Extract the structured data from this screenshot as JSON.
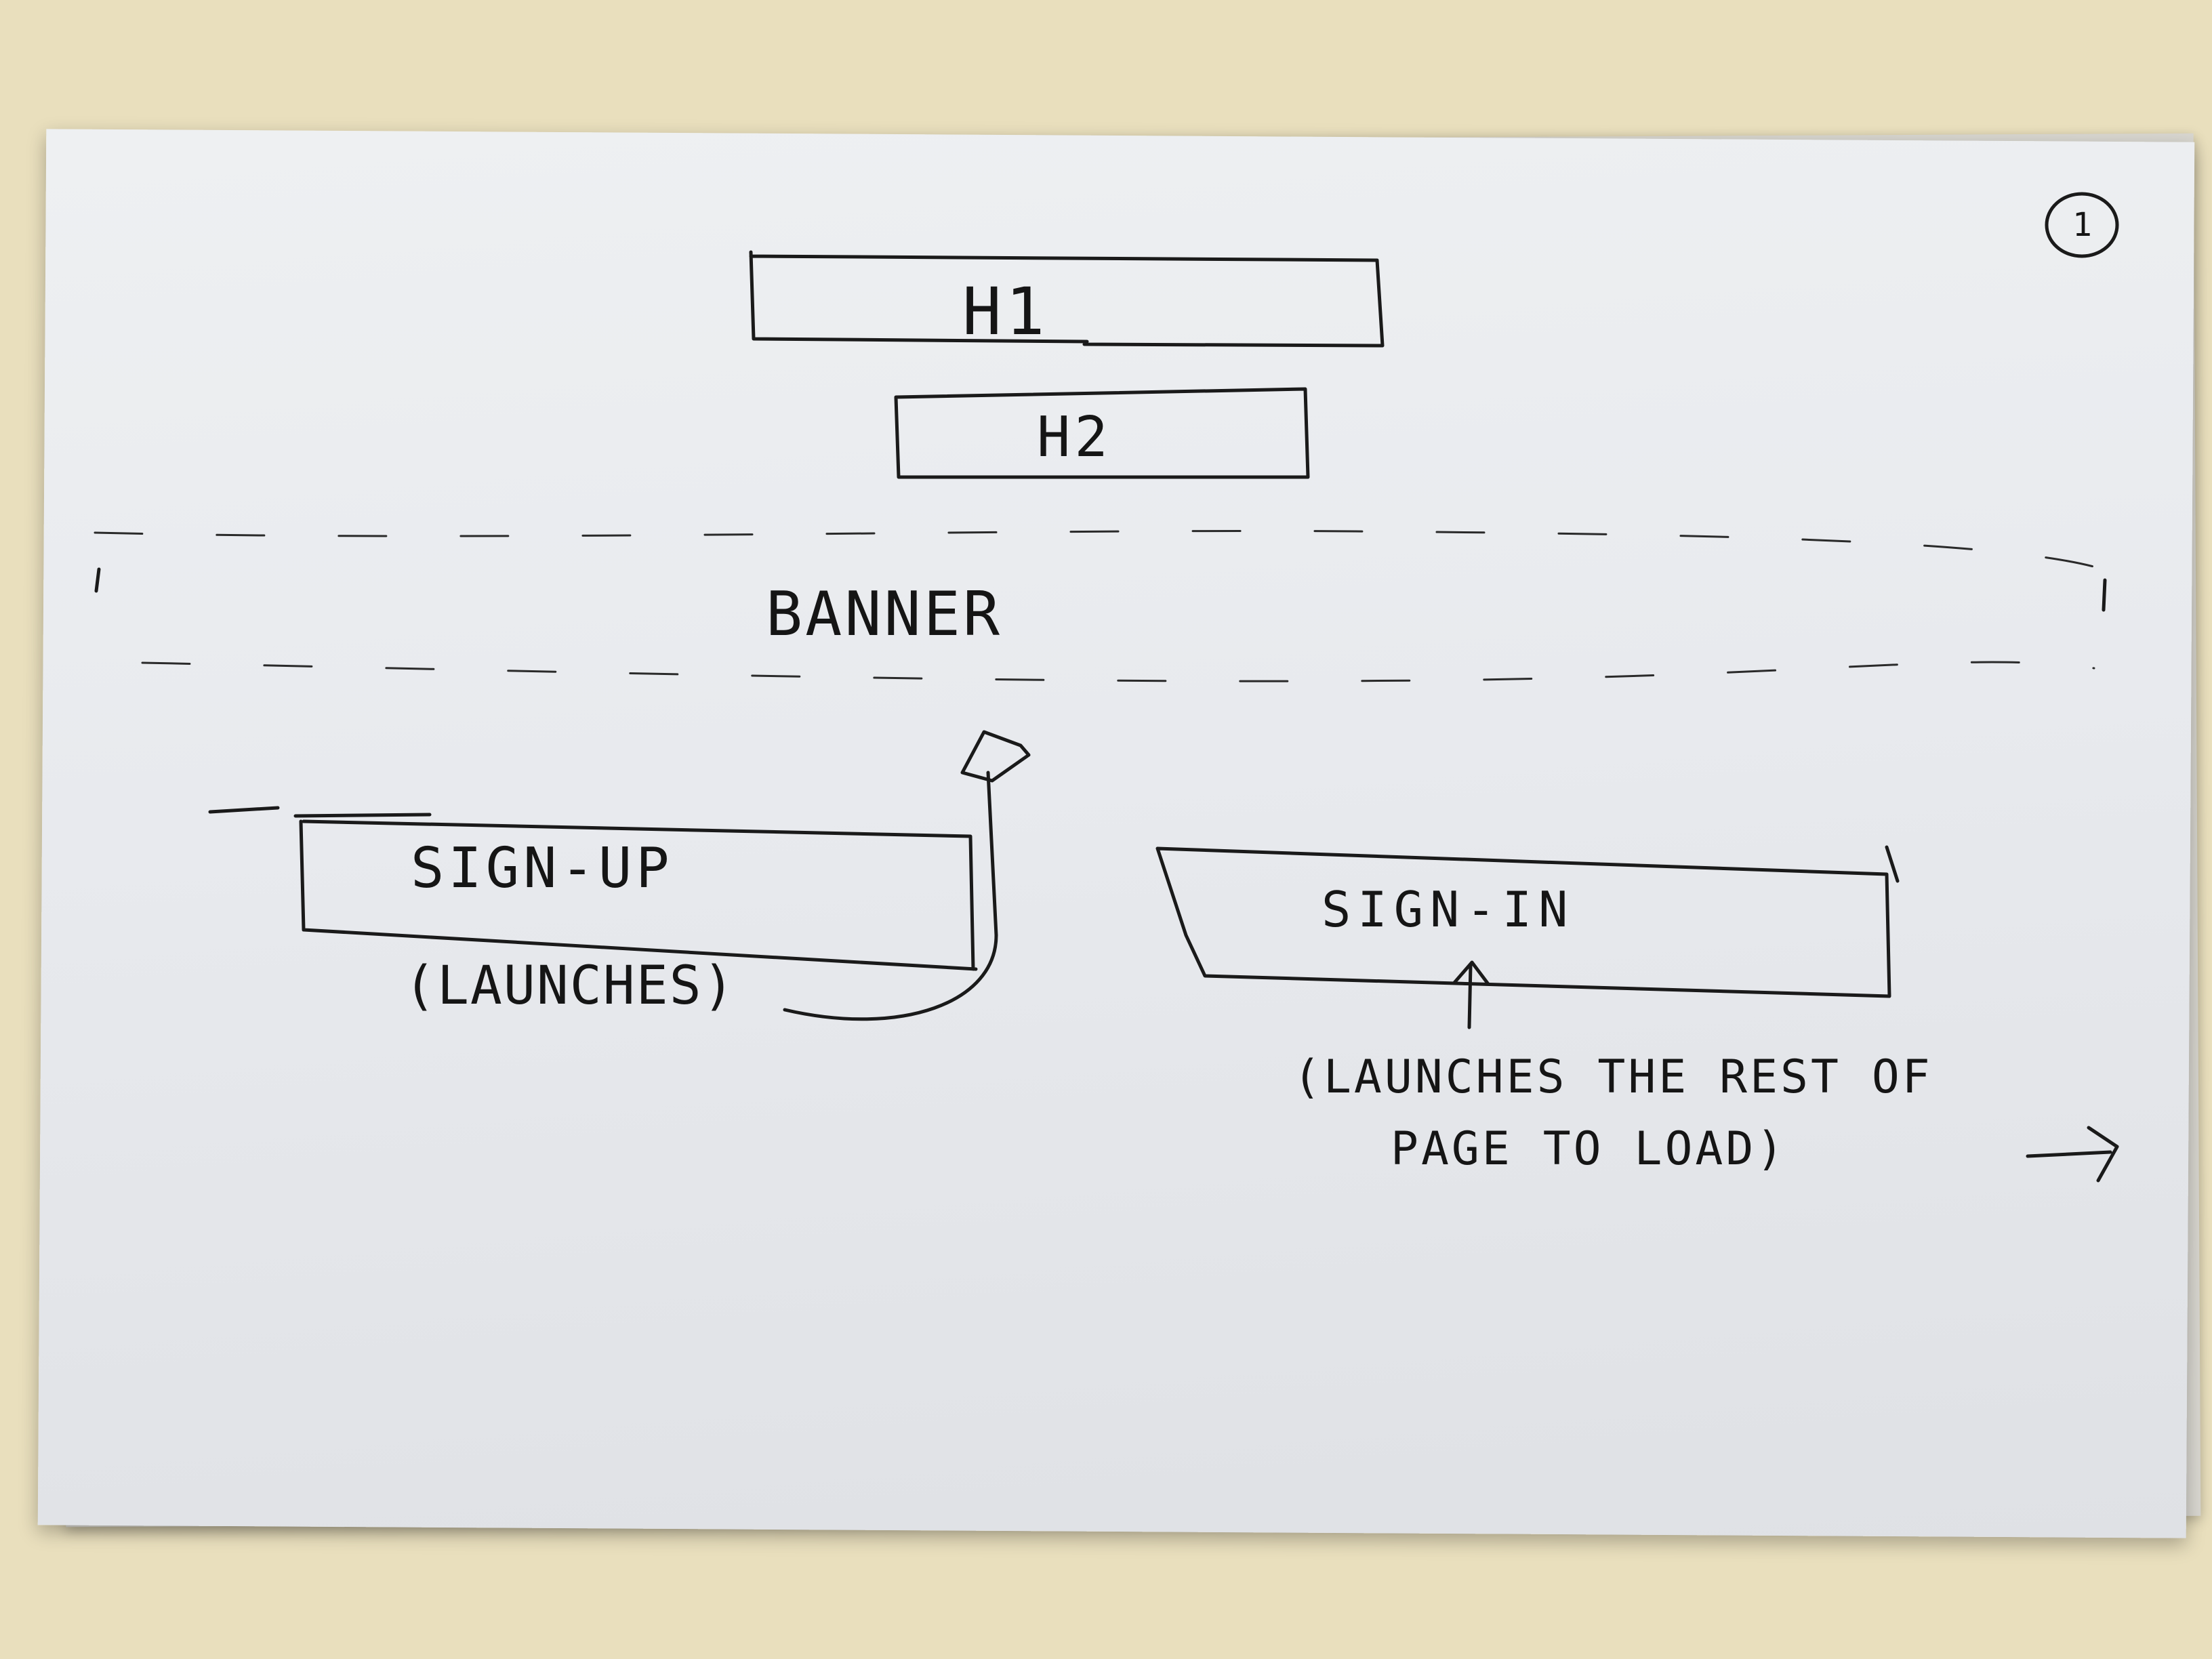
{
  "page_number": "1",
  "header": {
    "h1_label": "H1",
    "h2_label": "H2"
  },
  "banner": {
    "label": "BANNER"
  },
  "signup": {
    "button_label": "SIGN-UP",
    "note": "(LAUNCHES)"
  },
  "signin": {
    "button_label": "SIGN-IN",
    "note_line1": "(LAUNCHES THE REST OF",
    "note_line2": "PAGE TO LOAD)"
  },
  "colors": {
    "desk": "#e9dfbd",
    "paper": "#e8eaee",
    "ink": "#1a1a1a"
  }
}
